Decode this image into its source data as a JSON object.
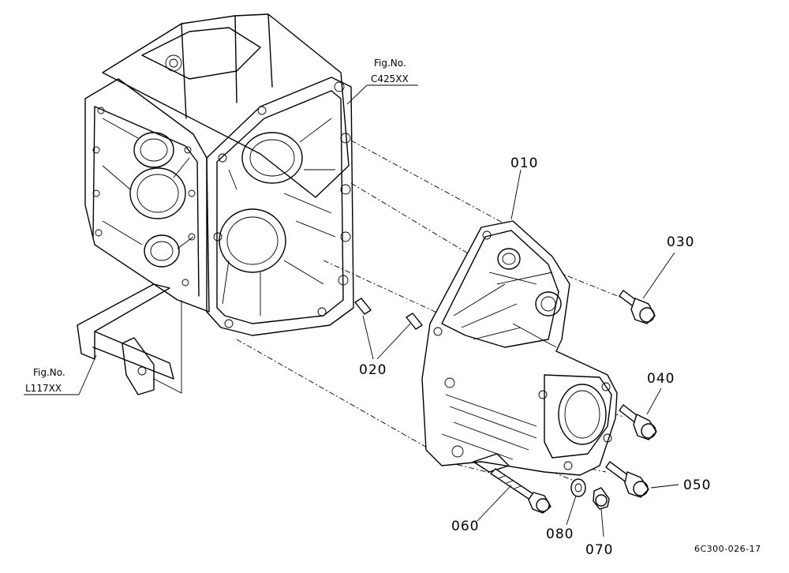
{
  "diagram": {
    "fig_refs": {
      "top": {
        "line1": "Fig.No.",
        "line2": "C425XX"
      },
      "left": {
        "line1": "Fig.No.",
        "line2": "L117XX"
      }
    },
    "parts": [
      {
        "id": "p010",
        "number": "010"
      },
      {
        "id": "p020",
        "number": "020"
      },
      {
        "id": "p030",
        "number": "030"
      },
      {
        "id": "p040",
        "number": "040"
      },
      {
        "id": "p050",
        "number": "050"
      },
      {
        "id": "p060",
        "number": "060"
      },
      {
        "id": "p070",
        "number": "070"
      },
      {
        "id": "p080",
        "number": "080"
      }
    ],
    "drawing_ref": "6C300-026-17"
  }
}
